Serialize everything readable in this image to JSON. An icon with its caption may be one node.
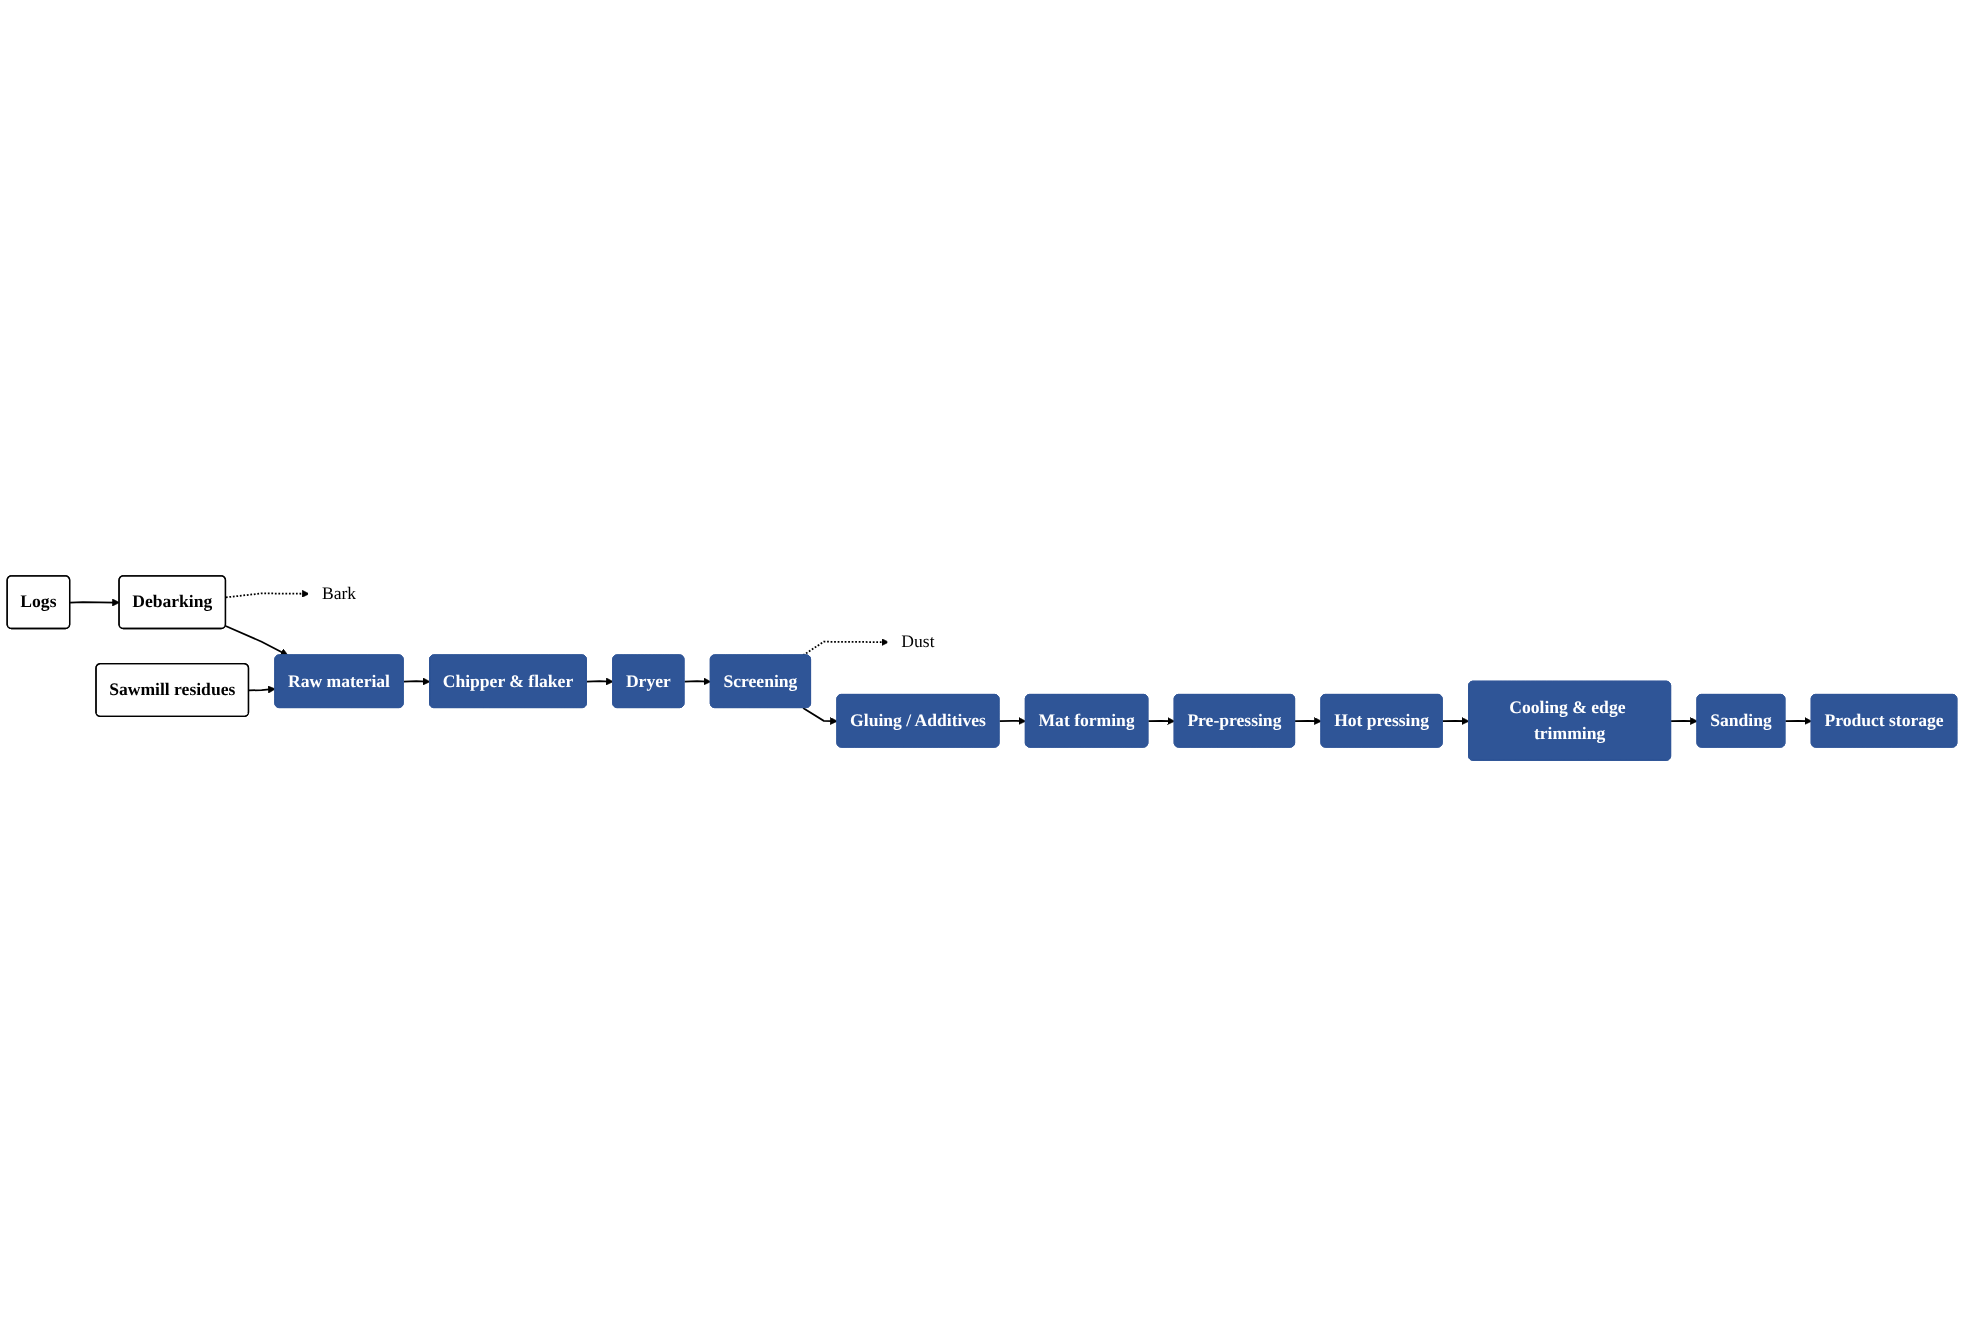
{
  "diagram": {
    "nodes": [
      {
        "text": [
          "Logs"
        ]
      },
      {
        "text": [
          "Sawmill residues"
        ]
      },
      {
        "text": [
          "Debarking"
        ]
      },
      {
        "text": [
          "Bark"
        ]
      },
      {
        "text": [
          "Raw material"
        ]
      },
      {
        "text": [
          "Chipper & flaker"
        ]
      },
      {
        "text": [
          "Dryer"
        ]
      },
      {
        "text": [
          "Screening"
        ]
      },
      {
        "text": [
          "Dust"
        ]
      },
      {
        "text": [
          "Gluing / Additives"
        ]
      },
      {
        "text": [
          "Mat forming"
        ]
      },
      {
        "text": [
          "Pre-pressing"
        ]
      },
      {
        "text": [
          "Hot pressing"
        ]
      },
      {
        "text": [
          "Cooling & edge trimming"
        ]
      },
      {
        "text": [
          "Sanding"
        ]
      },
      {
        "text": [
          "Product storage"
        ]
      }
    ],
    "edges": [
      {
        "from": 0,
        "to": 2,
        "arrow": "to"
      },
      {
        "from": 2,
        "to": 3,
        "arrow": "to",
        "style": "dashed"
      },
      {
        "from": 1,
        "to": 4,
        "arrow": "to"
      },
      {
        "from": 2,
        "to": 4,
        "arrow": "to"
      },
      {
        "from": 4,
        "to": 5,
        "arrow": "to"
      },
      {
        "from": 5,
        "to": 6,
        "arrow": "to"
      },
      {
        "from": 6,
        "to": 7,
        "arrow": "to"
      },
      {
        "from": 7,
        "to": 8,
        "arrow": "to",
        "style": "dashed"
      },
      {
        "from": 7,
        "to": 9,
        "arrow": "to"
      },
      {
        "from": 9,
        "to": 10,
        "arrow": "to"
      },
      {
        "from": 10,
        "to": 11,
        "arrow": "to"
      },
      {
        "from": 11,
        "to": 12,
        "arrow": "to"
      },
      {
        "from": 12,
        "to": 13,
        "arrow": "to"
      },
      {
        "from": 13,
        "to": 14,
        "arrow": "to"
      },
      {
        "from": 14,
        "to": 15,
        "arrow": "to"
      }
    ]
  }
}
